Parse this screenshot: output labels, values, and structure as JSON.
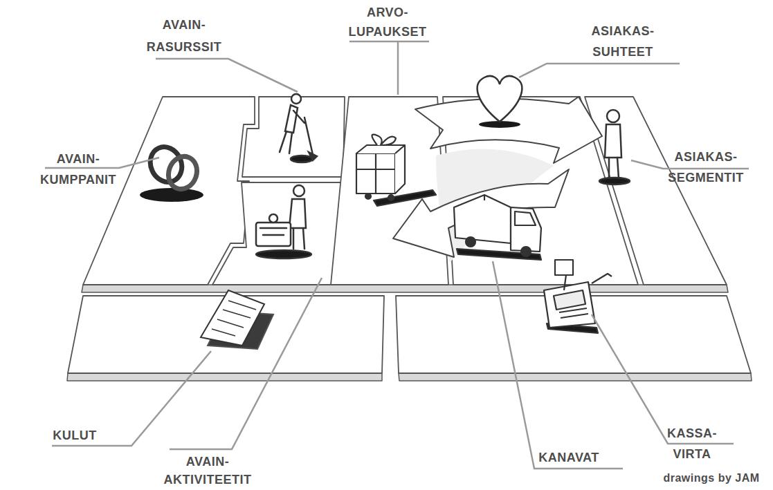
{
  "diagram": {
    "labels": [
      "AVAIN- RASURSSIT",
      "ARVO- LUPAUKSET",
      "ASIAKAS- SUHTEET",
      "AVAIN- KUMPPANIT",
      "ASIAKAS- SEGMENTIT",
      "KULUT",
      "KASSA- VIRTA",
      "AVAIN- AKTIVITEETIT",
      "KANAVAT",
      "drawings by JAM"
    ]
  }
}
